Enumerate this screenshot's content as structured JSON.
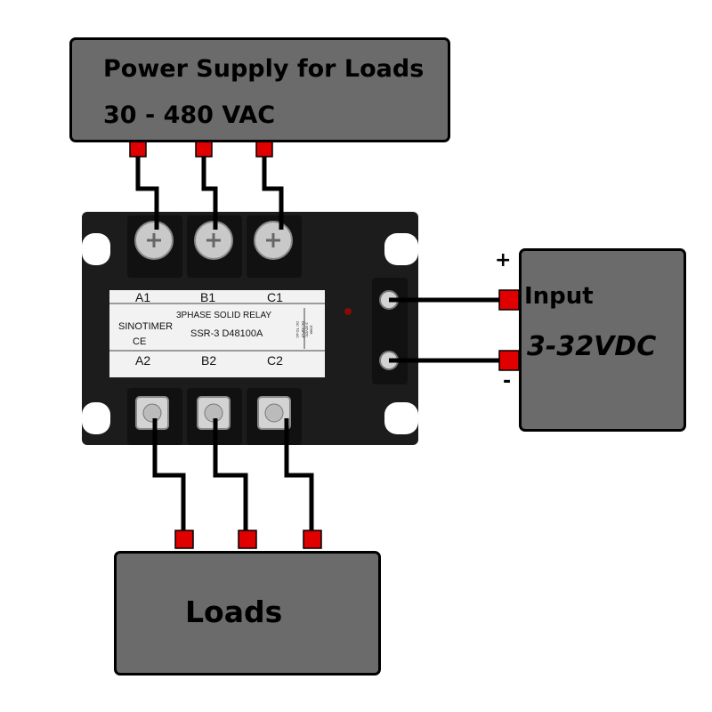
{
  "power_supply": {
    "title": "Power Supply for Loads",
    "voltage": "30 - 480 VAC"
  },
  "input_box": {
    "title": "Input",
    "voltage": "3-32VDC",
    "plus": "+",
    "minus": "-"
  },
  "loads_box": {
    "title": "Loads"
  },
  "relay": {
    "terminals_top": [
      "A1",
      "B1",
      "C1"
    ],
    "terminals_bottom": [
      "A2",
      "B2",
      "C2"
    ],
    "brand": "SINOTIMER",
    "ce": "CE",
    "description": "3PHASE SOLID RELAY",
    "model": "SSR-3 D48100A",
    "spec_lines": [
      "DC TO AC",
      "DC INPUT",
      "3-32VDC",
      "20MA"
    ]
  },
  "colors": {
    "box_fill": "#6b6b6b",
    "connector": "#e00000",
    "wire": "#000000",
    "relay_body": "#1c1c1c",
    "label_plate": "#f2f2f2"
  }
}
